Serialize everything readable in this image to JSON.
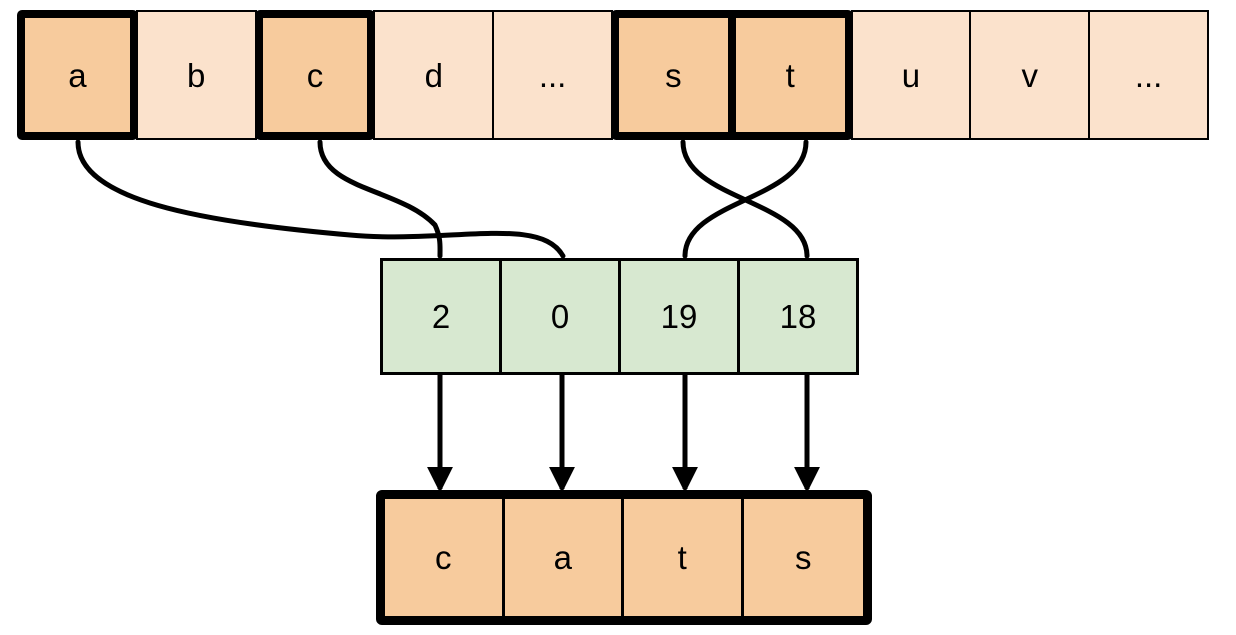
{
  "diagram": {
    "title": "alphabet-index-to-word-mapping",
    "colors": {
      "cell_fill": "#fbe2cc",
      "cell_fill_selected": "#f7cb9d",
      "index_fill": "#d7e8d0",
      "stroke": "#000000"
    },
    "alphabet_row": {
      "name": "alphabet-strip",
      "cells": [
        {
          "label": "a",
          "selected": true
        },
        {
          "label": "b",
          "selected": false
        },
        {
          "label": "c",
          "selected": true
        },
        {
          "label": "d",
          "selected": false
        },
        {
          "label": "...",
          "selected": false
        },
        {
          "label": "s",
          "selected": true
        },
        {
          "label": "t",
          "selected": true
        },
        {
          "label": "u",
          "selected": false
        },
        {
          "label": "v",
          "selected": false
        },
        {
          "label": "...",
          "selected": false
        }
      ]
    },
    "index_row": {
      "name": "index-strip",
      "cells": [
        {
          "label": "2"
        },
        {
          "label": "0"
        },
        {
          "label": "19"
        },
        {
          "label": "18"
        }
      ]
    },
    "result_row": {
      "name": "result-word-strip",
      "cells": [
        {
          "label": "c"
        },
        {
          "label": "a"
        },
        {
          "label": "t"
        },
        {
          "label": "s"
        }
      ]
    },
    "connections": {
      "curves": [
        {
          "from": "a",
          "to": "0"
        },
        {
          "from": "c",
          "to": "2"
        },
        {
          "from": "s",
          "to": "18"
        },
        {
          "from": "t",
          "to": "19"
        }
      ],
      "arrows": [
        {
          "from": "2",
          "to": "c"
        },
        {
          "from": "0",
          "to": "a"
        },
        {
          "from": "19",
          "to": "t"
        },
        {
          "from": "18",
          "to": "s"
        }
      ]
    }
  }
}
